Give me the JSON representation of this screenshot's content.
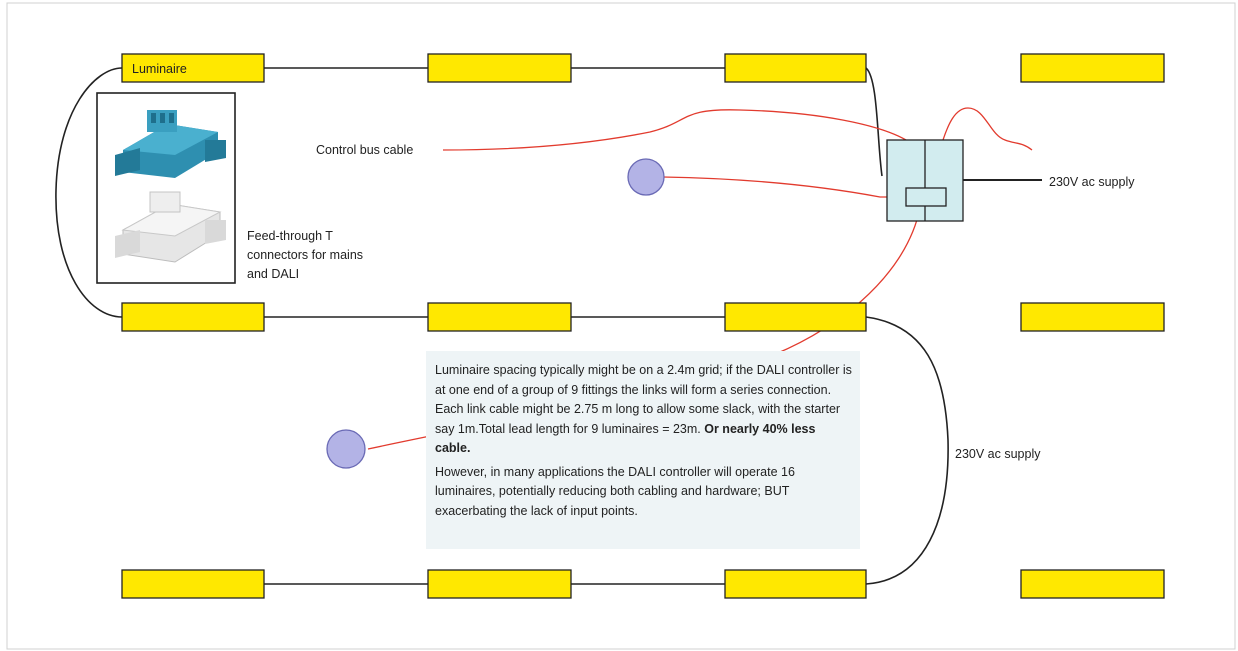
{
  "labels": {
    "luminaire": "Luminaire",
    "control_bus": "Control bus cable",
    "feed_through": [
      "Feed-through T",
      "connectors for mains",
      "and DALI"
    ],
    "supply_top": "230V ac supply",
    "supply_mid": "230V ac supply"
  },
  "note": {
    "para1_text": "Luminaire spacing typically might be on a 2.4m grid; if the DALI controller is at one end of a group of 9 fittings the links will form a series connection. Each link cable might be 2.75 m long to allow some slack, with the starter say 1m.Total lead length for 9 luminaires = 23m.",
    "para1_bold": "Or nearly 40% less cable.",
    "para2": "However, in many applications the DALI controller will operate 16 luminaires, potentially reducing both cabling and hardware; BUT exacerbating the lack of input points."
  },
  "colors": {
    "luminaire_fill": "#ffe800",
    "cable_black": "#222222",
    "cable_red": "#e23b2e",
    "controller_fill": "#d2ecef",
    "sensor_fill": "#b3b3e6",
    "note_bg": "#eef4f6"
  }
}
